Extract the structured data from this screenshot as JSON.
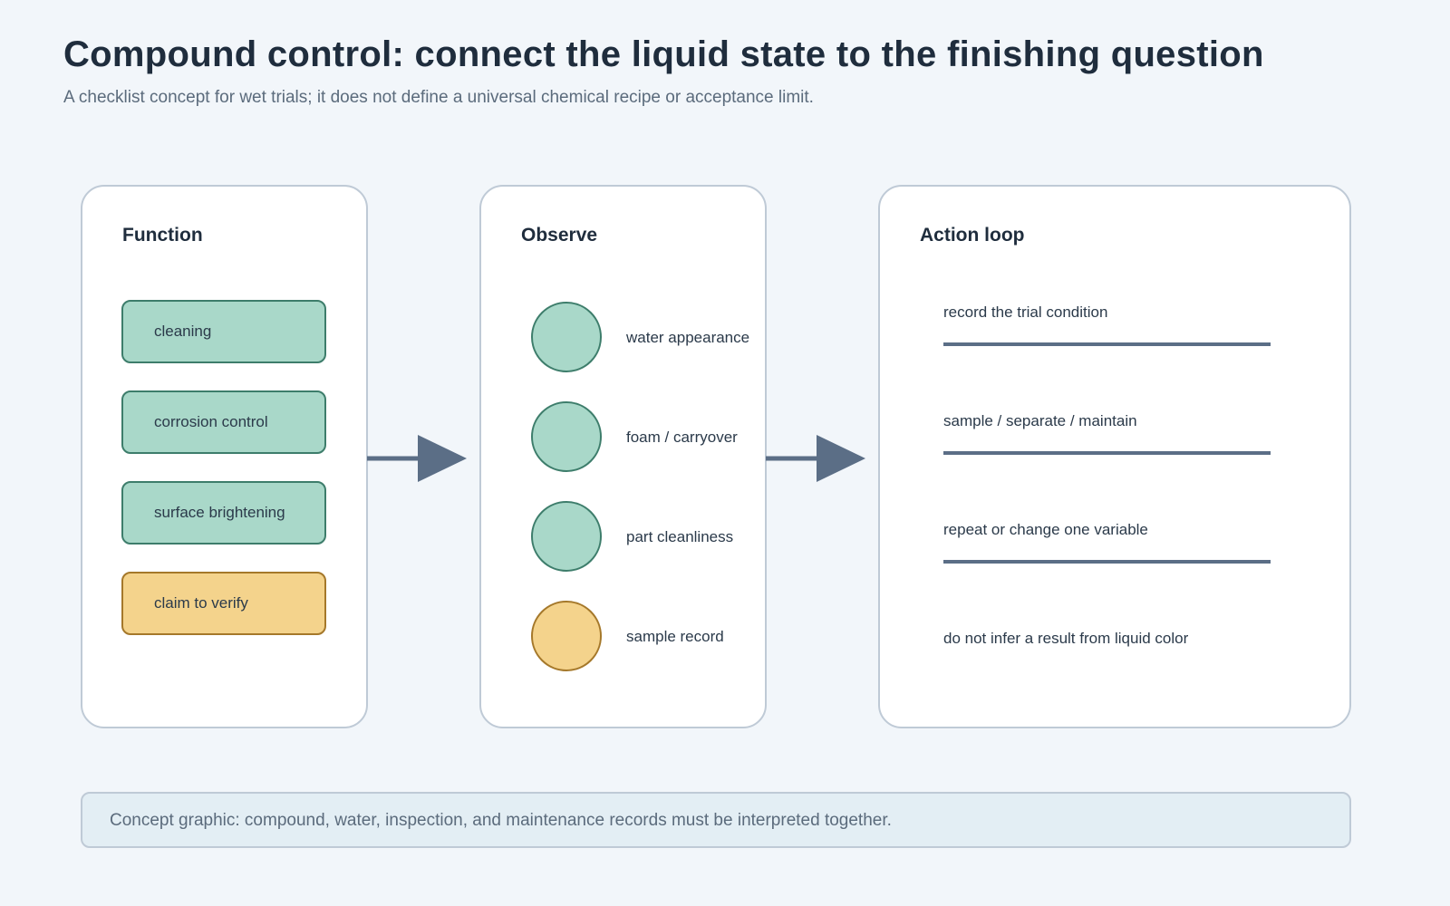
{
  "header": {
    "title": "Compound control: connect the liquid state to the finishing question",
    "subtitle": "A checklist concept for wet trials; it does not define a universal chemical recipe or acceptance limit."
  },
  "function_panel": {
    "title": "Function",
    "items": [
      {
        "label": "cleaning",
        "status": "normal"
      },
      {
        "label": "corrosion control",
        "status": "normal"
      },
      {
        "label": "surface brightening",
        "status": "normal"
      },
      {
        "label": "claim to verify",
        "status": "warn"
      }
    ]
  },
  "observe_panel": {
    "title": "Observe",
    "items": [
      {
        "label": "water appearance",
        "status": "normal"
      },
      {
        "label": "foam / carryover",
        "status": "normal"
      },
      {
        "label": "part cleanliness",
        "status": "normal"
      },
      {
        "label": "sample record",
        "status": "warn"
      }
    ]
  },
  "action_panel": {
    "title": "Action loop",
    "steps": [
      {
        "label": "record the trial condition"
      },
      {
        "label": "sample / separate / maintain"
      },
      {
        "label": "repeat or change one variable"
      },
      {
        "label": "do not infer a result from liquid color"
      }
    ]
  },
  "footer": {
    "note": "Concept graphic: compound, water, inspection, and maintenance records must be interpreted together."
  },
  "colors": {
    "background": "#f2f6fa",
    "panel_border": "#bfcad6",
    "green_fill": "#a9d8c9",
    "green_stroke": "#3d7d6b",
    "amber_fill": "#f4d38c",
    "amber_stroke": "#a5782a",
    "arrow": "#5b6e86",
    "note_fill": "#e3eef4"
  }
}
